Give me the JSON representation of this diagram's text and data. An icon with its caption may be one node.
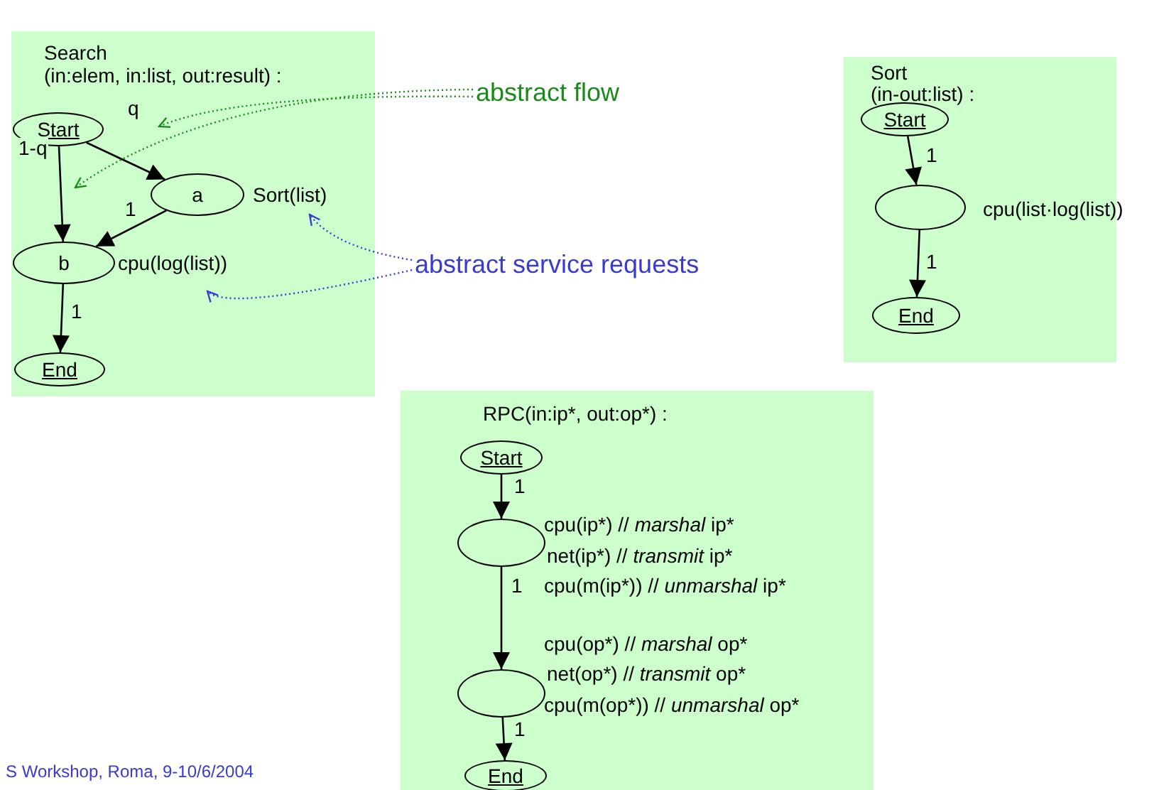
{
  "diagram": {
    "nodes": [
      {
        "text": [
          "Search",
          "(in:elem, in:list, out:result) :"
        ]
      },
      {
        "text": [
          "Start"
        ],
        "in": 0
      },
      {
        "text": [
          "a"
        ],
        "in": 0,
        "beside": [
          "Sort(list)"
        ]
      },
      {
        "text": [
          "b"
        ],
        "in": 0,
        "beside": [
          "cpu(log(list))"
        ]
      },
      {
        "text": [
          "End"
        ],
        "in": 0
      },
      {
        "text": [
          "abstract flow"
        ]
      },
      {
        "text": [
          "abstract service requests"
        ]
      },
      {
        "text": [
          "Sort",
          "(in-out:list) :"
        ]
      },
      {
        "text": [
          "Start"
        ],
        "in": 7
      },
      {
        "text": [],
        "shape": "ellipse",
        "in": 7,
        "beside": [
          "cpu(list·log(list))"
        ]
      },
      {
        "text": [
          "End"
        ],
        "in": 7
      },
      {
        "text": [
          "RPC(in:ip*, out:op*) :"
        ]
      },
      {
        "text": [
          "Start"
        ],
        "in": 11
      },
      {
        "text": [],
        "shape": "ellipse",
        "in": 11,
        "beside": [
          "cpu(ip*) // *marshal* ip*",
          "net(ip*) // *transmit* ip*",
          "cpu(m(ip*)) // *unmarshal* ip*"
        ]
      },
      {
        "text": [],
        "shape": "ellipse",
        "in": 11,
        "beside": [
          "cpu(op*) // *marshal* op*",
          "net(op*) // *transmit* op*",
          "cpu(m(op*)) // *unmarshal* op*"
        ]
      },
      {
        "text": [
          "End"
        ],
        "in": 11
      }
    ],
    "edges": [
      {
        "from": 1,
        "to": 3,
        "arrow": "to",
        "label": "1-q"
      },
      {
        "from": 1,
        "to": 2,
        "arrow": "to",
        "label": "q"
      },
      {
        "from": 2,
        "to": 3,
        "arrow": "to",
        "label": "1"
      },
      {
        "from": 3,
        "to": 4,
        "arrow": "to",
        "label": "1"
      },
      {
        "from": 5,
        "to": null,
        "arrow": "to",
        "style": "dashed",
        "color": "#1a8a1a"
      },
      {
        "from": 5,
        "to": null,
        "arrow": "to",
        "style": "dashed",
        "color": "#1a8a1a"
      },
      {
        "from": 6,
        "to": 2,
        "arrow": "to",
        "style": "dashed",
        "color": "#3a3acc"
      },
      {
        "from": 6,
        "to": 3,
        "arrow": "to",
        "style": "dashed",
        "color": "#3a3acc"
      },
      {
        "from": 8,
        "to": 9,
        "arrow": "to",
        "label": "1"
      },
      {
        "from": 9,
        "to": 10,
        "arrow": "to",
        "label": "1"
      },
      {
        "from": 12,
        "to": 13,
        "arrow": "to",
        "label": "1"
      },
      {
        "from": 13,
        "to": 14,
        "arrow": "to",
        "label": "1"
      },
      {
        "from": 14,
        "to": 15,
        "arrow": "to",
        "label": "1"
      }
    ],
    "labels": [
      "S Workshop, Roma, 9-10/6/2004"
    ]
  }
}
